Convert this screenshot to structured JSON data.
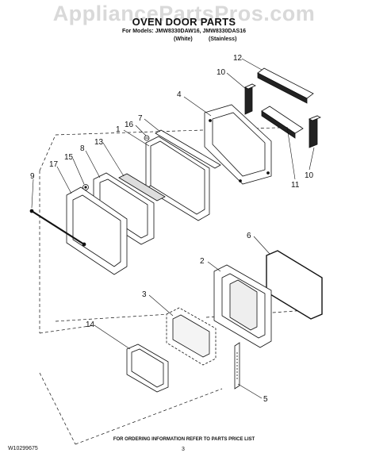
{
  "header": {
    "watermark": "AppliancePartsPros.com",
    "title": "OVEN DOOR PARTS",
    "models_line": "For Models: JMW8330DAW16, JMW8330DAS16",
    "variant_white": "(White)",
    "variant_stainless": "(Stainless)"
  },
  "callouts": {
    "c12": "12",
    "c10a": "10",
    "c4": "4",
    "c7": "7",
    "c16": "16",
    "c1": "1",
    "c8": "8",
    "c13": "13",
    "c15": "15",
    "c17": "17",
    "c9": "9",
    "c11": "11",
    "c10b": "10",
    "c6": "6",
    "c2": "2",
    "c3": "3",
    "c14": "14",
    "c5": "5"
  },
  "footer": {
    "ordering_note": "FOR ORDERING INFORMATION REFER TO PARTS PRICE LIST",
    "doc_id": "W10299675",
    "page_number": "3"
  }
}
